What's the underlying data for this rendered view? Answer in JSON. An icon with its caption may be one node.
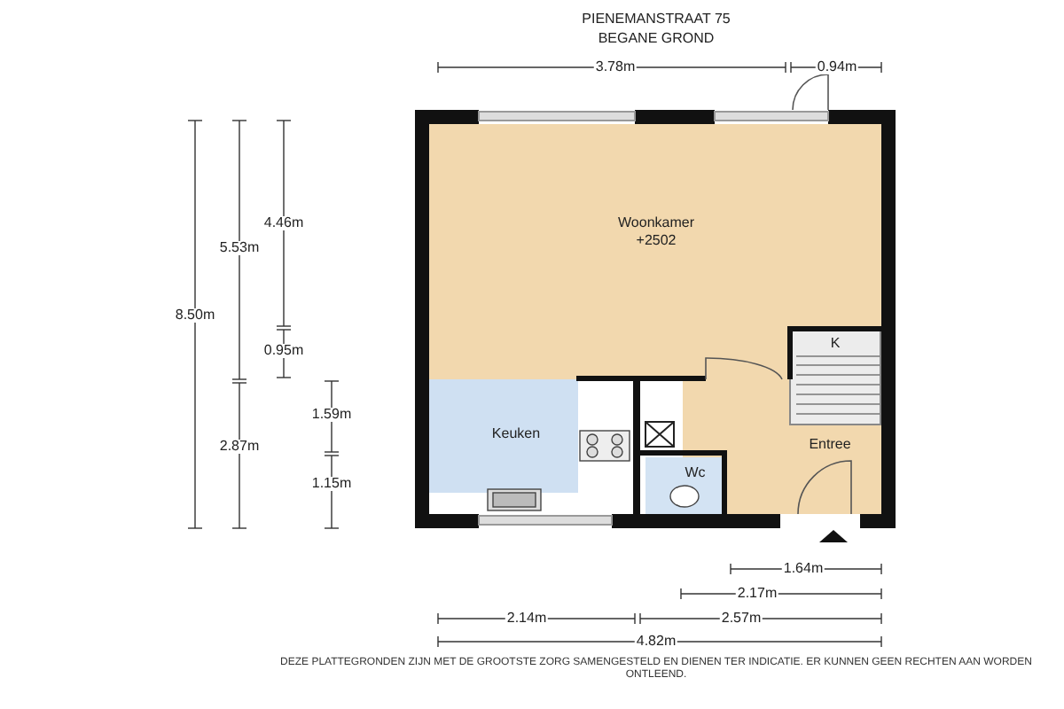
{
  "diagram": {
    "title": "PIENEMANSTRAAT 75",
    "caption": "DEZE PLATTEGRONDEN ZIJN MET DE GROOTSTE ZORG SAMENGESTELD EN DIENEN TER INDICATIE. ER KUNNEN GEEN RECHTEN AAN WORDEN ONTLEEND.",
    "nodes": [
      {
        "text": [
          "Woonkamer",
          "+2502"
        ]
      },
      {
        "text": [
          "K"
        ]
      },
      {
        "text": [
          "Keuken"
        ]
      },
      {
        "text": [
          "Wc"
        ]
      },
      {
        "text": [
          "Entree"
        ]
      }
    ],
    "labels": [
      "BEGANE GROND",
      "3.78m",
      "0.94m",
      "4.46m",
      "5.53m",
      "8.50m",
      "0.95m",
      "2.87m",
      "1.59m",
      "1.15m",
      "1.64m",
      "2.17m",
      "2.14m",
      "2.57m",
      "4.82m"
    ]
  }
}
